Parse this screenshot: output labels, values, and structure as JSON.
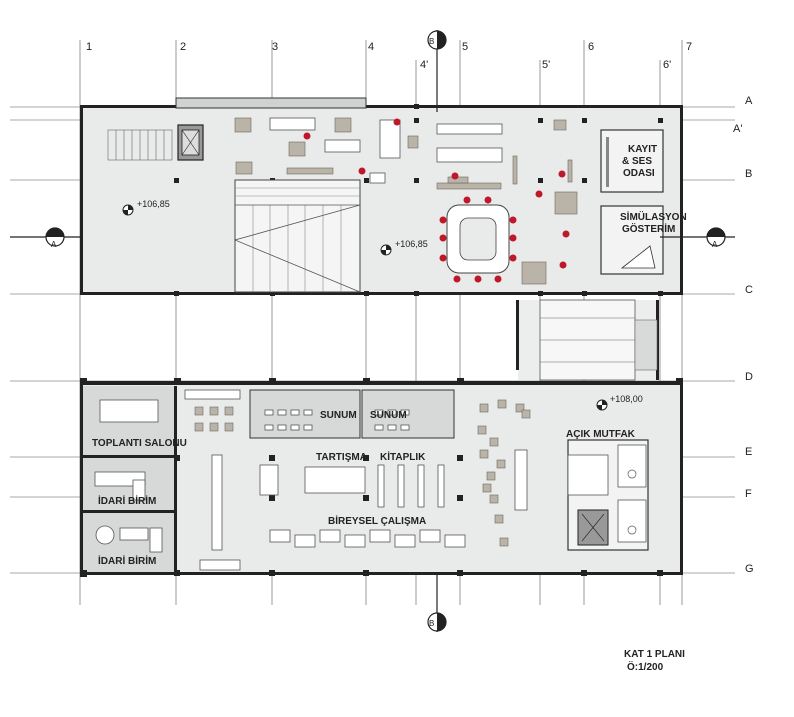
{
  "plan": {
    "title": "KAT 1 PLANI",
    "scale": "Ö:1/200"
  },
  "grid_columns": [
    "1",
    "2",
    "3",
    "4",
    "4'",
    "5",
    "5'",
    "6",
    "6'",
    "7"
  ],
  "grid_rows": [
    "A",
    "A'",
    "B",
    "C",
    "D",
    "E",
    "F",
    "G"
  ],
  "section_marks": {
    "a_left": "A",
    "a_right": "A",
    "b_top": "B",
    "b_bottom": "B"
  },
  "levels": {
    "upper_left": "+106,85",
    "upper_center": "+106,85",
    "lower_right": "+108,00"
  },
  "rooms": {
    "kayit_1": "KAYIT",
    "kayit_2": "& SES",
    "kayit_3": "ODASI",
    "simulasyon_1": "SİMÜLASYON",
    "simulasyon_2": "GÖSTERİM",
    "toplanti": "TOPLANTI SALONU",
    "idari_1": "İDARİ BİRİM",
    "idari_2": "İDARİ BİRİM",
    "sunum_1": "SUNUM",
    "sunum_2": "SUNUM",
    "tartisma": "TARTIŞMA",
    "kitaplik": "KİTAPLIK",
    "bireysel": "BİREYSEL ÇALIŞMA",
    "acik_mutfak": "AÇIK MUTFAK"
  },
  "colors": {
    "floor": "#e9ebea",
    "wall": "#222222",
    "furniture_grey": "#b9b3a8",
    "chair_red": "#c0182b"
  }
}
